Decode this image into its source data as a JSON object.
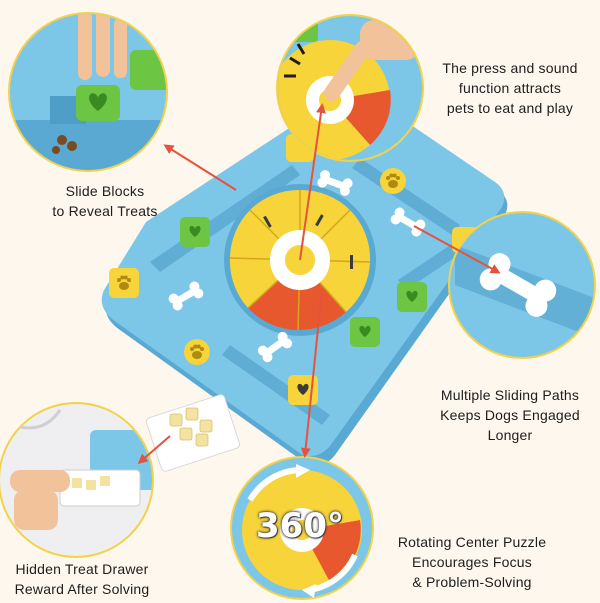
{
  "captions": {
    "press_sound": [
      "The press and sound",
      "function attracts",
      "pets to eat and play"
    ],
    "slide_blocks": [
      "Slide Blocks",
      "to Reveal Treats"
    ],
    "sliding_paths": [
      "Multiple Sliding Paths",
      "Keeps Dogs Engaged",
      "Longer"
    ],
    "treat_drawer": [
      "Hidden Treat Drawer",
      "Reward After Solving"
    ],
    "rotating_center": [
      "Rotating Center Puzzle",
      "Encourages Focus",
      "& Problem-Solving"
    ]
  },
  "badge": "360°",
  "colors": {
    "background": "#fdf7ee",
    "board": "#7cc6e8",
    "board_dark": "#5aa9d3",
    "yellow": "#f6d43a",
    "green": "#6cc644",
    "red": "#e8582f",
    "white": "#ffffff",
    "arrow": "#e5533d",
    "callout_ring": "#f2d24a"
  },
  "icons": {
    "bone": "bone-icon",
    "paw": "paw-icon",
    "heart": "heart-icon",
    "hand": "hand-icon"
  }
}
